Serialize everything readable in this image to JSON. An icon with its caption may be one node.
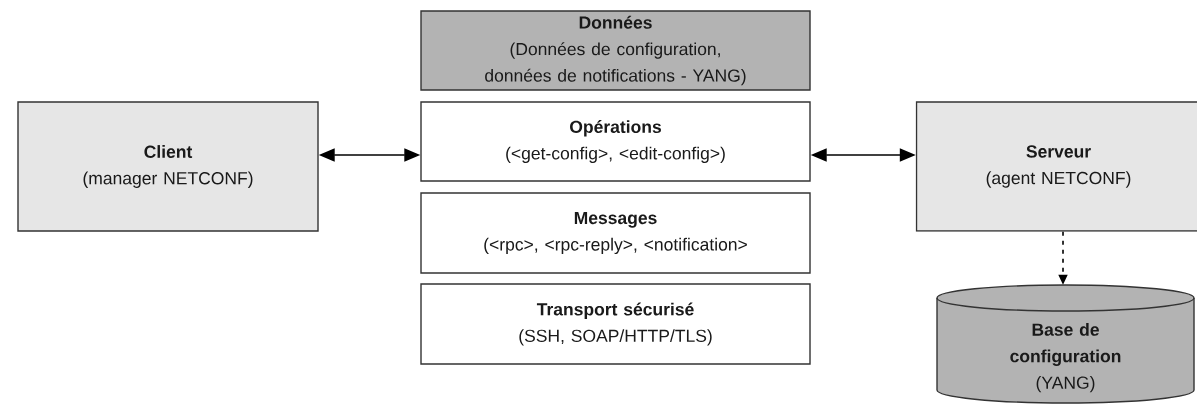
{
  "diagram": {
    "nodes": [
      {
        "text": [
          "Client",
          "(manager NETCONF)"
        ]
      },
      {
        "text": [
          "Données",
          "(Données de configuration, données de notifications - YANG)"
        ]
      },
      {
        "text": [
          "Opérations",
          "(<get-config>, <edit-config>)"
        ]
      },
      {
        "text": [
          "Messages",
          "(<rpc>, <rpc-reply>, <notification>"
        ]
      },
      {
        "text": [
          "Transport sécurisé",
          "(SSH, SOAP/HTTP/TLS)"
        ]
      },
      {
        "text": [
          "Serveur",
          "(agent NETCONF)"
        ]
      },
      {
        "text": [
          "Base de configuration",
          "(YANG)"
        ]
      }
    ],
    "edges": [
      {
        "from": 0,
        "to": 2,
        "arrow": "both"
      },
      {
        "from": 2,
        "to": 5,
        "arrow": "both"
      },
      {
        "from": 5,
        "to": 6,
        "arrow": "to",
        "style": "dashed"
      }
    ]
  }
}
